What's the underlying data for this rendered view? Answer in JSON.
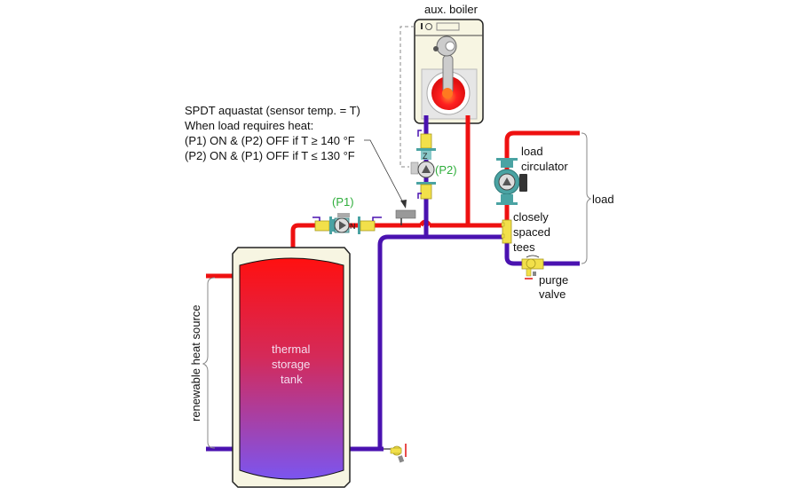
{
  "diagram": {
    "title_note": {
      "lines": [
        "SPDT aquastat (sensor temp. = T)",
        "When load requires heat:",
        "(P1) ON & (P2) OFF if T ≥ 140 °F",
        "(P2) ON & (P1) OFF if T ≤ 130 °F"
      ]
    },
    "labels": {
      "aux_boiler": "aux. boiler",
      "p1": "(P1)",
      "p2": "(P2)",
      "load_circulator_1": "load",
      "load_circulator_2": "circulator",
      "load": "load",
      "closely_1": "closely",
      "closely_2": "spaced",
      "closely_3": "tees",
      "purge_1": "purge",
      "purge_2": "valve",
      "tank_1": "thermal",
      "tank_2": "storage",
      "tank_3": "tank",
      "renewable": "renewable heat source"
    },
    "colors": {
      "supply_pipe": "#ee1111",
      "return_pipe": "#4a12b0",
      "tank_top": "#ff1010",
      "tank_bottom": "#7b55f0",
      "valve_brass": "#f2e04a",
      "pump_teal": "#4aa3a3",
      "label_green": "#2fae3c"
    }
  }
}
